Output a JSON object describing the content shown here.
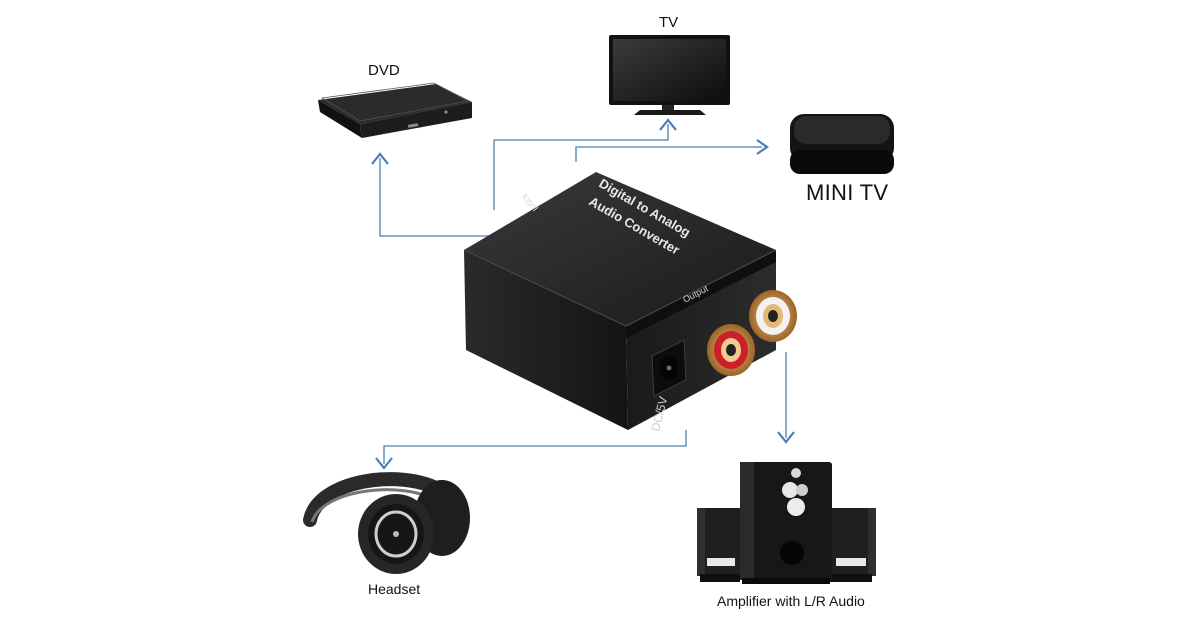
{
  "devices": {
    "dvd": {
      "label": "DVD"
    },
    "tv": {
      "label": "TV"
    },
    "mini_tv": {
      "label": "MINI TV"
    },
    "headset": {
      "label": "Headset"
    },
    "amplifier": {
      "label": "Amplifier with L/R Audio"
    }
  },
  "converter": {
    "title_line1": "Digital  to Analog",
    "title_line2": "Audio Converter",
    "input_label": "Input",
    "output_label": "Output",
    "power_label": "DC/5V"
  },
  "colors": {
    "connector_line": "#4a7fb5",
    "device_dark": "#1c1c1c",
    "rca_red": "#cc1f2a",
    "rca_white": "#f2f2f2",
    "rca_gold": "#c58a3a"
  }
}
